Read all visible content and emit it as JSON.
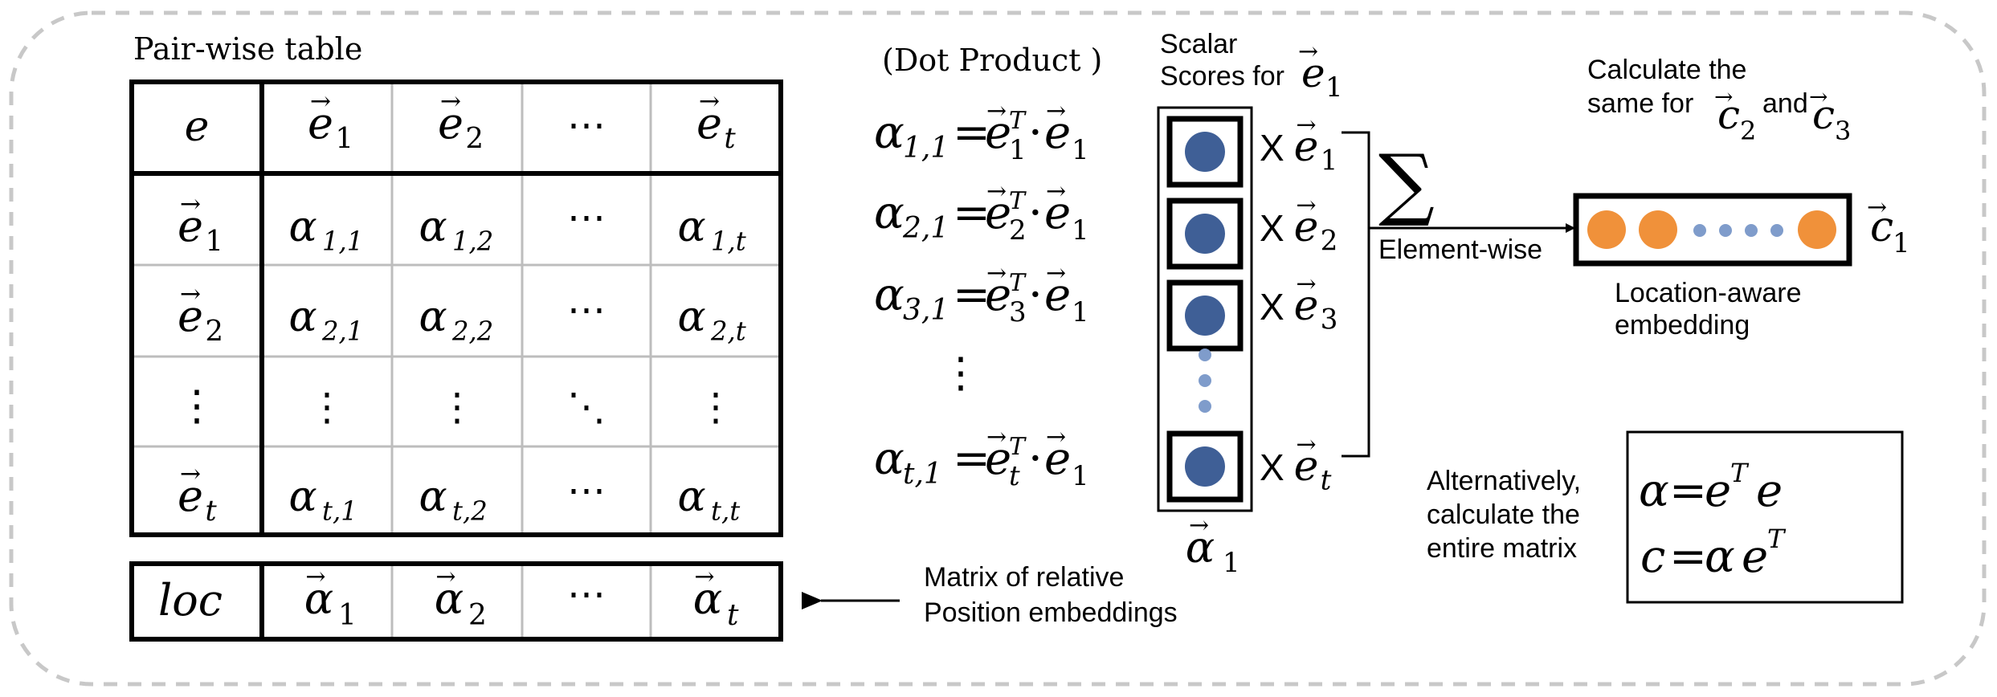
{
  "table": {
    "title": "Pair-wise table",
    "corner": "e",
    "col_base": "e",
    "col_subs": [
      "1",
      "2",
      "⋯",
      "t"
    ],
    "row_subs": [
      "1",
      "2",
      "⋮",
      "t"
    ],
    "alpha": "α",
    "cell_subs": [
      [
        "1,1",
        "1,2",
        "⋯",
        "1,t"
      ],
      [
        "2,1",
        "2,2",
        "⋯",
        "2,t"
      ],
      [
        "⋮",
        "⋮",
        "⋱",
        "⋮"
      ],
      [
        "t,1",
        "t,2",
        "⋯",
        "t,t"
      ]
    ],
    "ellipsis_h": "⋯",
    "ellipsis_v": "⋮",
    "ellipsis_d": "⋱"
  },
  "loc": {
    "label": "loc",
    "subs": [
      "1",
      "2",
      "⋯",
      "t"
    ]
  },
  "loc_note": [
    "Matrix of relative",
    "Position embeddings"
  ],
  "dot_product": {
    "title": "(Dot Product )",
    "lhs_subs": [
      "1,1",
      "2,1",
      "3,1",
      "t,1"
    ],
    "mid_subs": [
      "1",
      "2",
      "3",
      "t"
    ],
    "sup": "T",
    "eq": "=",
    "dot": "·",
    "rhs_sub": "1",
    "vdots": "⋮"
  },
  "scalar": {
    "line1": "Scalar",
    "line2": "Scores for",
    "vec_sub": "1",
    "bottom_sub": "1"
  },
  "multiply": {
    "x": "X",
    "subs": [
      "1",
      "2",
      "3",
      "t"
    ]
  },
  "sum": {
    "symbol": "∑",
    "label": "Element-wise"
  },
  "output": {
    "vec_base": "c",
    "vec_sub": "1",
    "caption_lines": [
      "Location-aware",
      "embedding"
    ]
  },
  "same_note": {
    "line1": "Calculate the",
    "line2": "same for",
    "and": "and",
    "sub_a": "2",
    "sub_b": "3"
  },
  "alt_note": [
    "Alternatively,",
    "calculate the",
    "entire matrix"
  ],
  "matrix_box": {
    "line1_left": "α",
    "line1_e1": "e",
    "line1_sup": "T",
    "line1_e2": "e",
    "line2_left": "c",
    "line2_a": "α",
    "line2_e": "e",
    "line2_sup": "T",
    "eq": "="
  },
  "colors": {
    "blue_dot": "#3f5f96",
    "light_dot": "#7f9ccb",
    "orange_dot": "#f0913a",
    "dashed_border": "#c8c8c8",
    "grid": "#bdbdbd"
  }
}
